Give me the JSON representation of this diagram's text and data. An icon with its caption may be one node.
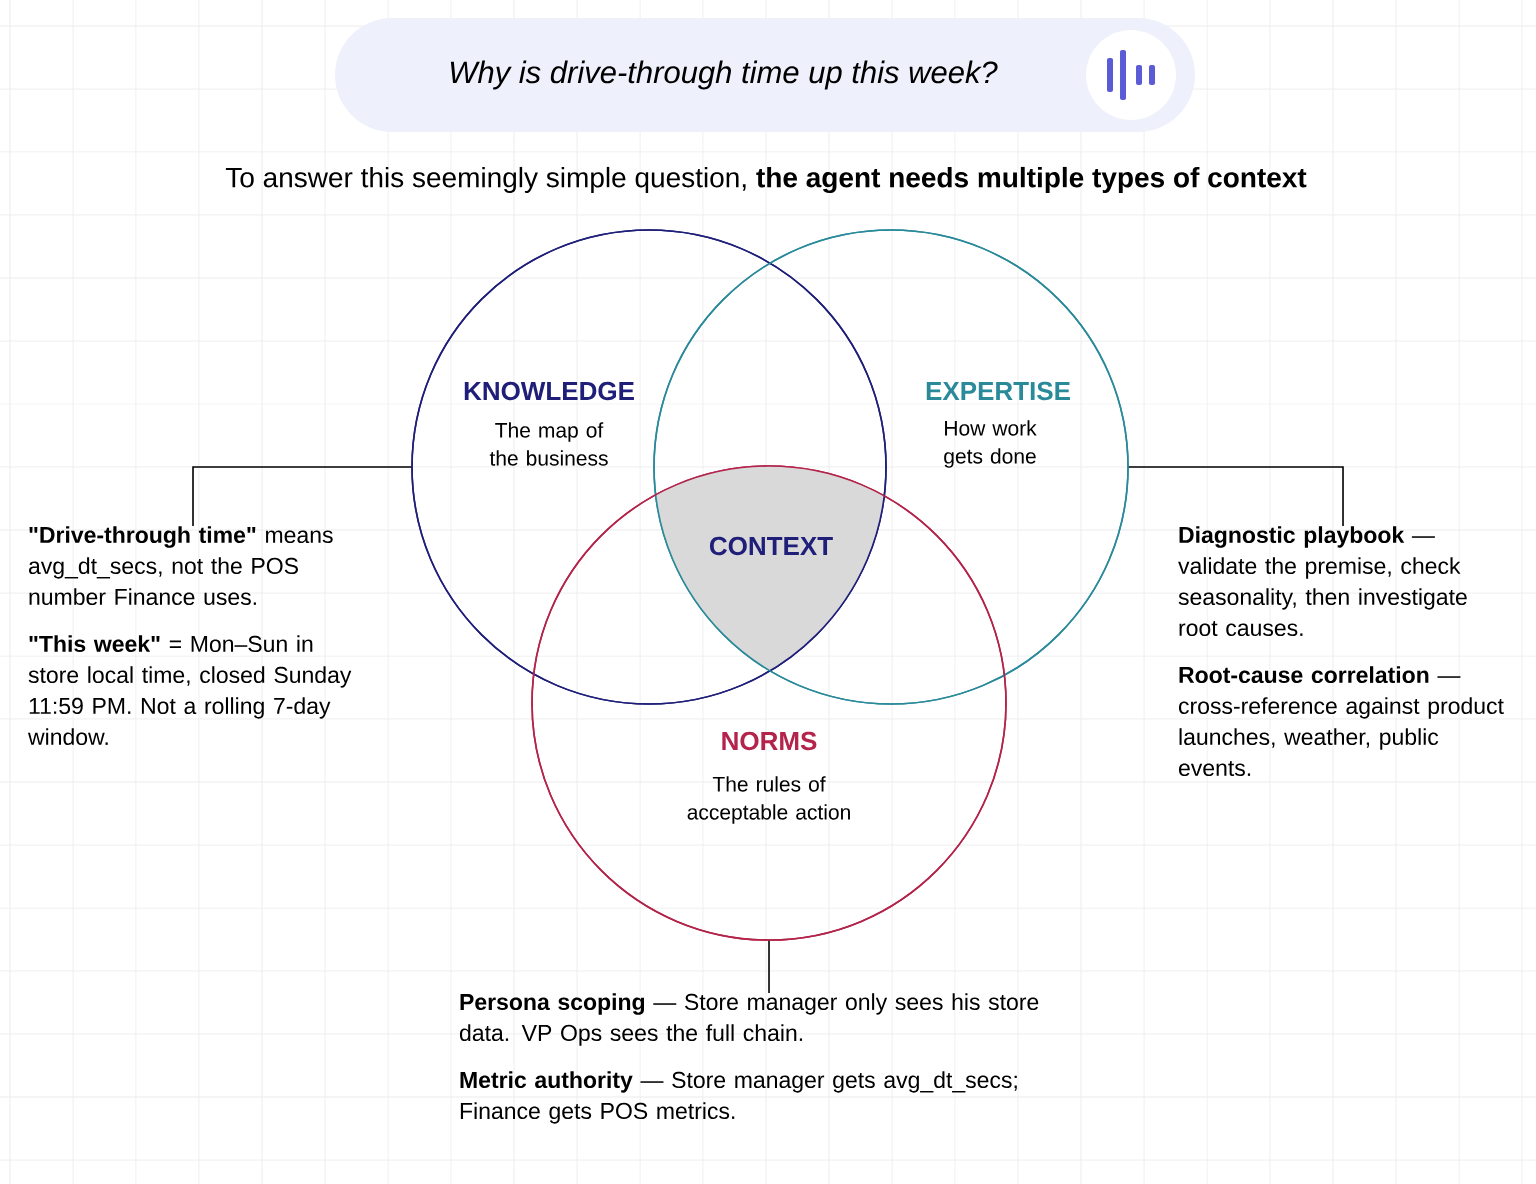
{
  "diagram": {
    "title": "To answer this seemingly simple question, **the agent needs multiple types of context**",
    "nodes": [
      {
        "text": [
          "Why is drive-through time up this week?"
        ]
      },
      {
        "text": [
          "KNOWLEDGE",
          "The map of the business"
        ]
      },
      {
        "text": [
          "EXPERTISE",
          "How work gets done"
        ]
      },
      {
        "text": [
          "NORMS",
          "The rules of acceptable action"
        ]
      },
      {
        "text": [
          "CONTEXT"
        ]
      },
      {
        "text": [
          "**\"Drive-through time\"** means avg_dt_secs, not the POS number Finance uses.",
          "**\"This week\"** = Mon–Sun in store local time, closed Sunday 11:59 PM. Not a rolling 7-day window."
        ]
      },
      {
        "text": [
          "**Diagnostic playbook** — validate the premise, check seasonality, then investigate root causes.",
          "**Root-cause correlation** — cross-reference against product launches, weather, public events."
        ]
      },
      {
        "text": [
          "**Persona scoping** — Store manager only sees his store data. VP Ops sees the full chain.",
          "**Metric authority** — Store manager gets avg_dt_secs; Finance gets POS metrics."
        ]
      }
    ],
    "edges": [
      {
        "from": 5,
        "to": 1,
        "arrow": "none"
      },
      {
        "from": 6,
        "to": 2,
        "arrow": "none"
      },
      {
        "from": 7,
        "to": 3,
        "arrow": "none"
      }
    ]
  }
}
